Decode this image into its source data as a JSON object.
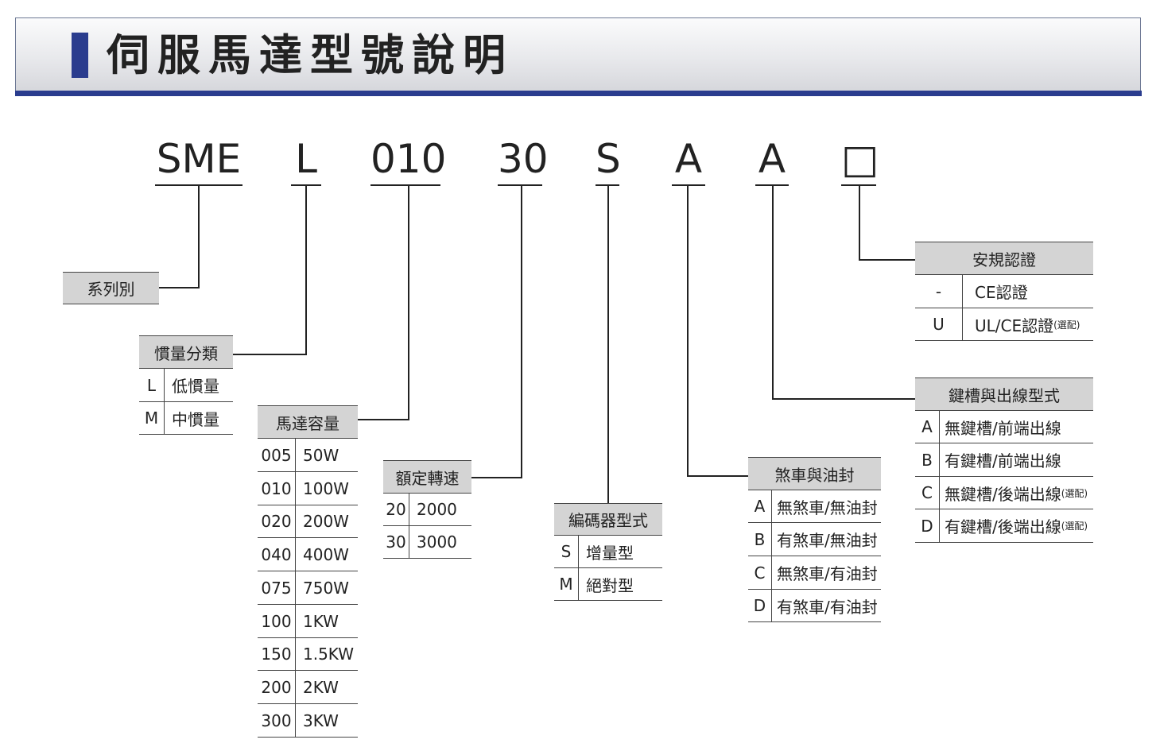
{
  "page_title": "伺服馬達型號說明",
  "code": {
    "series": "SME",
    "inertia": "L",
    "capacity": "010",
    "speed": "30",
    "encoder": "S",
    "brake": "A",
    "keyway": "A",
    "safety": "□"
  },
  "series_box": {
    "label": "系列別"
  },
  "inertia_table": {
    "title": "慣量分類",
    "rows": [
      {
        "key": "L",
        "value": "低慣量"
      },
      {
        "key": "M",
        "value": "中慣量"
      }
    ]
  },
  "capacity_table": {
    "title": "馬達容量",
    "rows": [
      {
        "key": "005",
        "value": "50W"
      },
      {
        "key": "010",
        "value": "100W"
      },
      {
        "key": "020",
        "value": "200W"
      },
      {
        "key": "040",
        "value": "400W"
      },
      {
        "key": "075",
        "value": "750W"
      },
      {
        "key": "100",
        "value": "1KW"
      },
      {
        "key": "150",
        "value": "1.5KW"
      },
      {
        "key": "200",
        "value": "2KW"
      },
      {
        "key": "300",
        "value": "3KW"
      }
    ]
  },
  "speed_table": {
    "title": "額定轉速",
    "rows": [
      {
        "key": "20",
        "value": "2000"
      },
      {
        "key": "30",
        "value": "3000"
      }
    ]
  },
  "encoder_table": {
    "title": "編碼器型式",
    "rows": [
      {
        "key": "S",
        "value": "增量型"
      },
      {
        "key": "M",
        "value": "絕對型"
      }
    ]
  },
  "brake_table": {
    "title": "煞車與油封",
    "rows": [
      {
        "key": "A",
        "value": "無煞車/無油封"
      },
      {
        "key": "B",
        "value": "有煞車/無油封"
      },
      {
        "key": "C",
        "value": "無煞車/有油封"
      },
      {
        "key": "D",
        "value": "有煞車/有油封"
      }
    ]
  },
  "keyway_table": {
    "title": "鍵槽與出線型式",
    "rows": [
      {
        "key": "A",
        "value": "無鍵槽/前端出線",
        "note": ""
      },
      {
        "key": "B",
        "value": "有鍵槽/前端出線",
        "note": ""
      },
      {
        "key": "C",
        "value": "無鍵槽/後端出線",
        "note": "(選配)"
      },
      {
        "key": "D",
        "value": "有鍵槽/後端出線",
        "note": "(選配)"
      }
    ]
  },
  "safety_table": {
    "title": "安規認證",
    "rows": [
      {
        "key": "-",
        "value": "CE認證",
        "note": ""
      },
      {
        "key": "U",
        "value": "UL/CE認證",
        "note": "(選配)"
      }
    ]
  }
}
